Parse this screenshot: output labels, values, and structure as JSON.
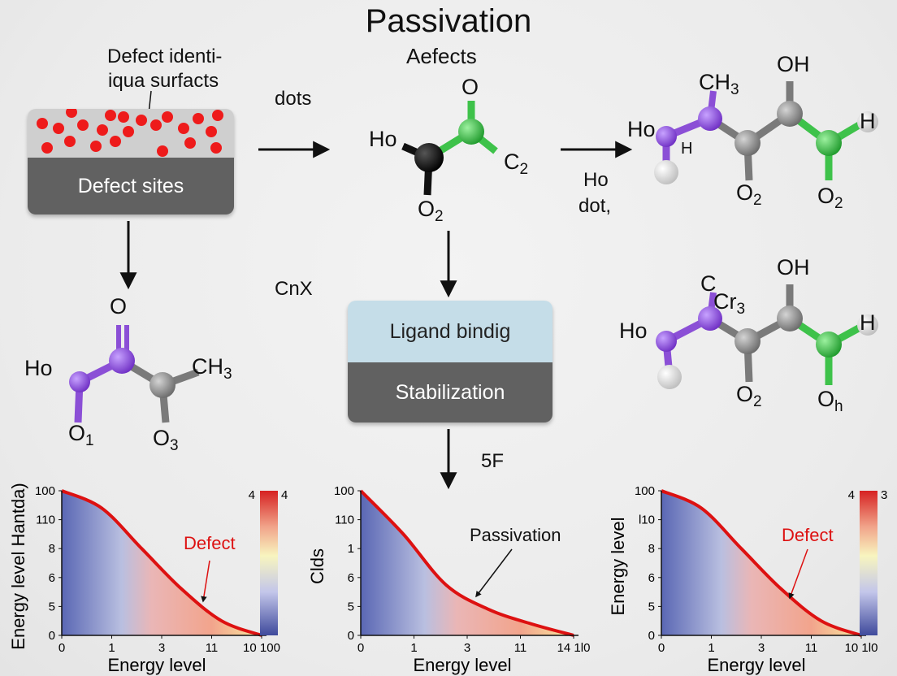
{
  "title": "Passivation",
  "subtitle": "Aefects",
  "top_left_caption": [
    "Defect identi-",
    "iqua surfacts"
  ],
  "defect_block_label": "Defect sites",
  "arrow1_label": "dots",
  "arrow2_label": [
    "Ho",
    "dot,"
  ],
  "arrow3_label": "5F",
  "cnx_label": "CnX",
  "ligand_block": {
    "top": "Ligand bindig",
    "bottom": "Stabilization"
  },
  "mol_center": {
    "o": "O",
    "ho": "Ho",
    "c2": "C",
    "c2_sub": "2",
    "o2": "O",
    "o2_sub": "2"
  },
  "mol_left": {
    "o": "O",
    "ho": "Ho",
    "ch3": "CH",
    "ch3_sub": "3",
    "o1": "O",
    "o1_sub": "1",
    "o3": "O",
    "o3_sub": "3"
  },
  "mol_right_top": {
    "oh": "OH",
    "ch3": "CH",
    "ch3_sub": "3",
    "ho": "Ho",
    "h_small": "H",
    "h": "H",
    "o2a": "O",
    "o2a_sub": "2",
    "o2b": "O",
    "o2b_sub": "2"
  },
  "mol_right_mid": {
    "oh": "OH",
    "cr3": "Cr",
    "cr3_sub": "3",
    "c": "C",
    "ho": "Ho",
    "h": "H",
    "o2": "O",
    "o2_sub": "2",
    "oh2": "O",
    "oh2_sub": "h"
  },
  "colors": {
    "defect_red": "#ee1b1b",
    "curve_red": "#dd1111",
    "purple": "#8b4fd6",
    "green": "#3ec24a",
    "gray": "#8a8a8a",
    "block_top": "#c5dde8"
  },
  "chart_data": [
    {
      "type": "area",
      "ylabel": "Energy level Hantda)",
      "xlabel": "Energy level",
      "y_ticks": [
        "100",
        "110",
        "8",
        "6",
        "5",
        "0"
      ],
      "x_ticks": [
        "0",
        "1",
        "3",
        "11",
        "10 100"
      ],
      "colorbar_ticks": [
        "4",
        "4"
      ],
      "annotation": "Defect",
      "x": [
        0,
        1,
        2,
        3,
        4,
        5
      ],
      "y": [
        100,
        88,
        60,
        32,
        10,
        0
      ]
    },
    {
      "type": "area",
      "ylabel": "Clds",
      "xlabel": "Energy level",
      "y_ticks": [
        "100",
        "110",
        "1",
        "6",
        "5",
        "0"
      ],
      "x_ticks": [
        "0",
        "1",
        "3",
        "11",
        "14 1l0"
      ],
      "annotation": "Passivation",
      "x": [
        0,
        1,
        2,
        3,
        4,
        5
      ],
      "y": [
        100,
        70,
        35,
        18,
        8,
        0
      ]
    },
    {
      "type": "area",
      "ylabel": "Energy level",
      "xlabel": "Energy level",
      "y_ticks": [
        "100",
        "l10",
        "8",
        "6",
        "5",
        "0"
      ],
      "x_ticks": [
        "0",
        "1",
        "3",
        "11",
        "10 1l0"
      ],
      "colorbar_ticks": [
        "4",
        "3"
      ],
      "annotation": "Defect",
      "x": [
        0,
        1,
        2,
        3,
        4,
        5
      ],
      "y": [
        100,
        88,
        60,
        32,
        10,
        0
      ]
    }
  ]
}
